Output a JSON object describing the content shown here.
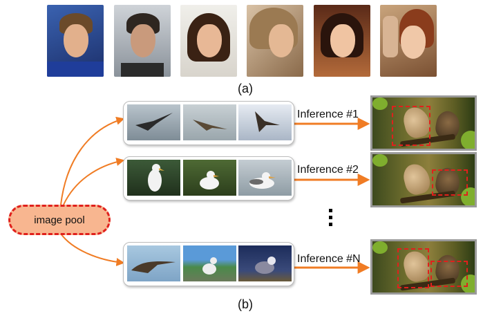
{
  "caption_a": "(a)",
  "caption_b": "(b)",
  "pool_label": "image pool",
  "inferences": [
    {
      "label": "Inference #1"
    },
    {
      "label": "Inference #2"
    },
    {
      "label": "Inference #N"
    }
  ],
  "colors": {
    "arrow": "#f07c24",
    "pool_fill": "#f8b690",
    "pool_border": "#e0201c",
    "detection_box": "#e0201c"
  }
}
